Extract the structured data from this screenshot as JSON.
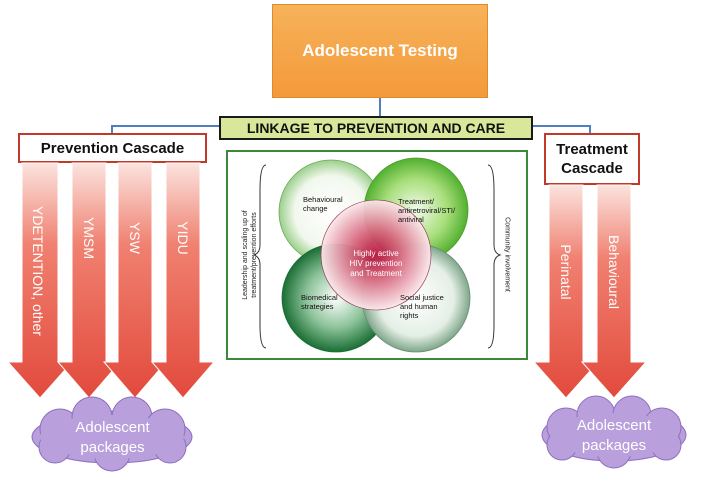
{
  "title": "Adolescent Testing",
  "linkage": "LINKAGE TO PREVENTION AND CARE",
  "prevention": {
    "heading": "Prevention Cascade",
    "arrows": [
      "YDETENTION, other",
      "YMSM",
      "YSW",
      "YIDU"
    ],
    "cloud_line1": "Adolescent",
    "cloud_line2": "packages"
  },
  "treatment": {
    "heading_line1": "Treatment",
    "heading_line2": "Cascade",
    "arrows": [
      "Perinatal",
      "Behavioural"
    ],
    "cloud_line1": "Adolescent",
    "cloud_line2": "packages"
  },
  "center": {
    "left_side_line1": "Leadership and scaling up of",
    "left_side_line2": "treatment/prevention efforts",
    "right_side": "Community involvement",
    "circles": {
      "top_left": "Behavioural change",
      "top_right_line1": "Treatment/",
      "top_right_line2": "antiretroviral/STI/",
      "top_right_line3": "antiviral",
      "bottom_left_line1": "Biomedical",
      "bottom_left_line2": "strategies",
      "bottom_right_line1": "Social justice",
      "bottom_right_line2": "and human",
      "bottom_right_line3": "rights",
      "core_line1": "Highly active",
      "core_line2": "HIV prevention",
      "core_line3": "and Treatment"
    }
  },
  "colors": {
    "orange": "#f39a3a",
    "linkage_fill": "#d9e79a",
    "arrow_red": "#e8574a",
    "cloud_purple": "#b99fdc",
    "connector_blue": "#4f7fc0",
    "venn_green": "#2e8b3e"
  }
}
